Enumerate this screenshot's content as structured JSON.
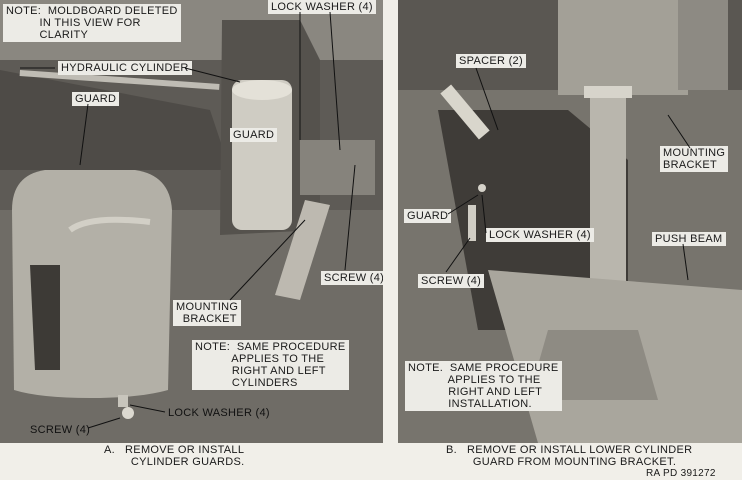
{
  "panel_a": {
    "note_moldboard": "NOTE:  MOLDBOARD DELETED\n          IN THIS VIEW FOR\n          CLARITY",
    "hydraulic_cylinder": "HYDRAULIC CYLINDER",
    "guard_left": "GUARD",
    "guard_right": "GUARD",
    "lock_washer_top": "LOCK WASHER (4)",
    "screw_right": "SCREW (4)",
    "mounting_bracket": "MOUNTING\n  BRACKET",
    "note_same": "NOTE:  SAME PROCEDURE\n           APPLIES TO THE\n           RIGHT AND LEFT\n           CYLINDERS",
    "lock_washer_bottom": "LOCK WASHER (4)",
    "screw_bottom": "SCREW (4)"
  },
  "panel_b": {
    "spacer": "SPACER (2)",
    "mounting_bracket": "MOUNTING\nBRACKET",
    "push_beam": "PUSH BEAM",
    "guard": "GUARD",
    "lock_washer": "LOCK WASHER (4)",
    "screw": "SCREW (4)",
    "note": "NOTE.  SAME PROCEDURE\n            APPLIES TO THE\n            RIGHT AND LEFT\n            INSTALLATION."
  },
  "captions": {
    "a": "A.   REMOVE OR INSTALL\n        CYLINDER GUARDS.",
    "b": "B.   REMOVE OR INSTALL LOWER CYLINDER\n        GUARD FROM MOUNTING BRACKET.",
    "ref": "RA PD 391272"
  }
}
